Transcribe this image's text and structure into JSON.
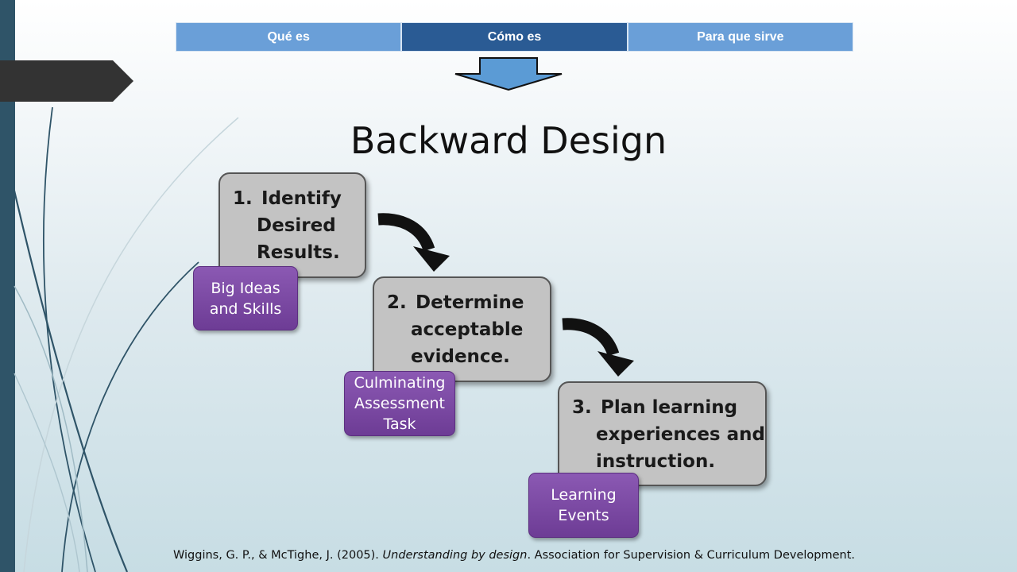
{
  "tabs": [
    {
      "label": "Qué es",
      "active": false
    },
    {
      "label": "Cómo es",
      "active": true
    },
    {
      "label": "Para que sirve",
      "active": false
    }
  ],
  "title": "Backward Design",
  "steps": [
    {
      "number": "1.",
      "lines": [
        "Identify",
        "Desired",
        "Results."
      ],
      "tag": [
        "Big Ideas",
        "and Skills"
      ]
    },
    {
      "number": "2.",
      "lines": [
        "Determine",
        "acceptable",
        "evidence."
      ],
      "tag": [
        "Culminating",
        "Assessment",
        "Task"
      ]
    },
    {
      "number": "3.",
      "lines": [
        "Plan learning",
        "experiences and",
        "instruction."
      ],
      "tag": [
        "Learning",
        "Events"
      ]
    }
  ],
  "citation": {
    "authors": "Wiggins, G. P., & McTighe, J. (2005). ",
    "book": "Understanding by design",
    "publisher": ". Association for Supervision & Curriculum Development."
  },
  "colors": {
    "tab_active": "#2a5b94",
    "tab_inactive": "#6a9fd8",
    "step_box": "#c3c3c3",
    "tag_purple": "#7a47a3",
    "left_bar": "#2f5468"
  }
}
